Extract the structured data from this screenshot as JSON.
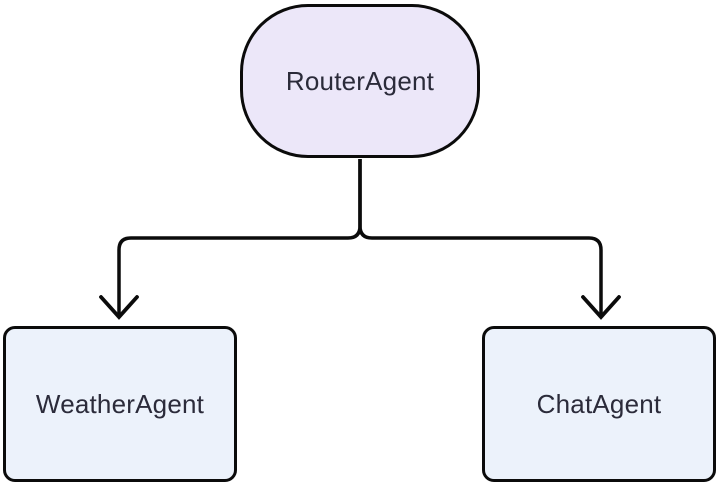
{
  "diagram": {
    "type": "flowchart",
    "orientation": "top-down",
    "nodes": {
      "router": {
        "label": "RouterAgent",
        "shape": "stadium",
        "fill": "#ece7f9",
        "stroke": "#0b0b0b"
      },
      "weather": {
        "label": "WeatherAgent",
        "shape": "rounded-rect",
        "fill": "#ecf2fb",
        "stroke": "#0b0b0b"
      },
      "chat": {
        "label": "ChatAgent",
        "shape": "rounded-rect",
        "fill": "#ecf2fb",
        "stroke": "#0b0b0b"
      }
    },
    "edges": [
      {
        "from": "RouterAgent",
        "to": "WeatherAgent",
        "arrow": "vee"
      },
      {
        "from": "RouterAgent",
        "to": "ChatAgent",
        "arrow": "vee"
      }
    ],
    "colors": {
      "edge": "#0b0b0b",
      "text": "#2b2b3a",
      "background": "#ffffff"
    }
  }
}
